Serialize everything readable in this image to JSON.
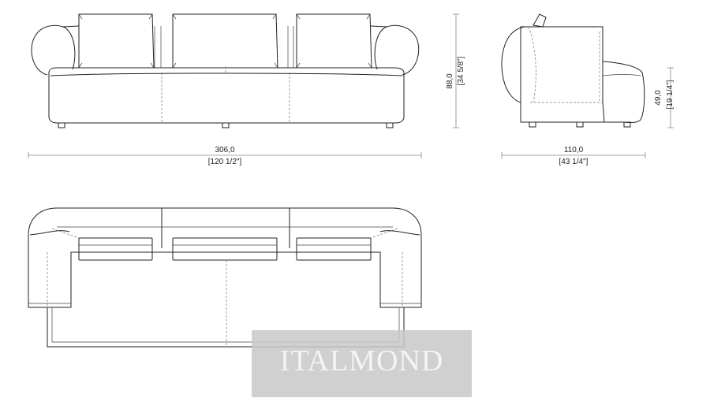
{
  "dimensions": {
    "width_cm": "306,0",
    "width_in": "[120 1/2\"]",
    "height_cm": "88,0",
    "height_in": "[34 5/8\"]",
    "depth_cm": "110,0",
    "depth_in": "[43 1/4\"]",
    "seat_height_cm": "49,0",
    "seat_height_in": "[19 1/4\"]"
  },
  "watermark": {
    "text": "ITALMOND"
  }
}
